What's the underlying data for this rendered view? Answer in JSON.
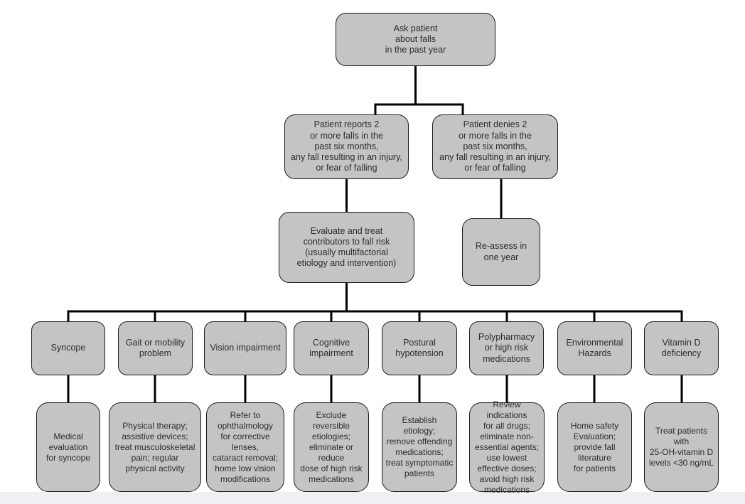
{
  "flowchart": {
    "root": "Ask patient\nabout falls\nin the past year",
    "branches": [
      "Patient reports 2\nor more falls in the\npast six months,\nany fall resulting in an injury,\nor fear of falling",
      "Patient denies 2\nor more falls in the\npast six months,\nany fall resulting in an injury,\nor fear of falling"
    ],
    "evaluate": "Evaluate and treat\ncontributors to fall risk\n(usually multifactorial\netiology and intervention)",
    "reassess": "Re-assess in\none year",
    "columns": [
      {
        "category": "Syncope",
        "treatment": "Medical\nevaluation\nfor syncope"
      },
      {
        "category": "Gait or mobility\nproblem",
        "treatment": "Physical therapy;\nassistive devices;\ntreat musculoskeletal\npain; regular\nphysical activity"
      },
      {
        "category": "Vision impairment",
        "treatment": "Refer to\nophthalmology\nfor corrective\nlenses,\ncataract removal;\nhome low vision\nmodifications"
      },
      {
        "category": "Cognitive\nimpairment",
        "treatment": "Exclude\nreversible\netiologies;\neliminate or\nreduce\ndose of high risk\nmedications"
      },
      {
        "category": "Postural\nhypotension",
        "treatment": "Establish\netiology;\nremove offending\nmedications;\ntreat symptomatic\npatients"
      },
      {
        "category": "Polypharmacy\nor high risk\nmedications",
        "treatment": "Review indications\nfor all drugs;\neliminate non-\nessential agents;\nuse lowest\neffective doses;\navoid high risk\nmedications"
      },
      {
        "category": "Environmental\nHazards",
        "treatment": "Home safety\nEvaluation;\nprovide fall\nliterature\nfor patients"
      },
      {
        "category": "Vitamin D\ndeficiency",
        "treatment": "Treat patients\nwith\n25-OH-vitamin D\nlevels <30 ng/mL"
      }
    ]
  },
  "colors": {
    "background": "#ffffff",
    "box_fill": "#c4c4c4",
    "box_border": "#1c1c1c",
    "connector": "#000000",
    "text": "#2d2d2d",
    "footer_strip": "#eef0f3"
  }
}
